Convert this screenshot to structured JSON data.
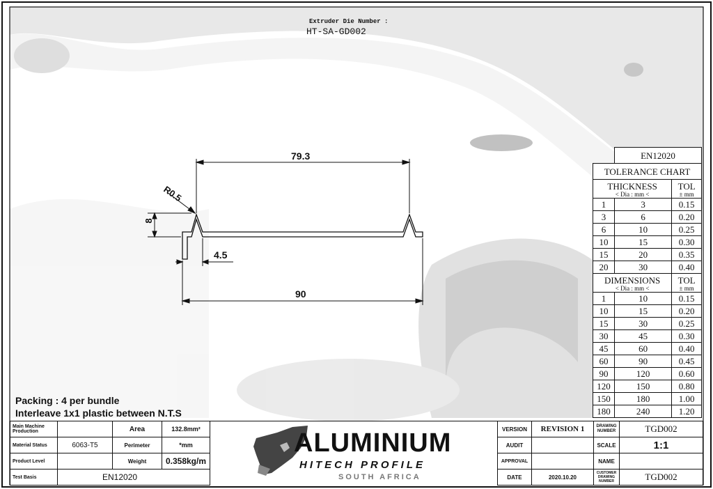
{
  "header": {
    "die_label": "Extruder Die Number :",
    "die_number": "HT-SA-GD002"
  },
  "drawing": {
    "dim_top": "79.3",
    "dim_radius": "R0.5",
    "dim_height": "8",
    "dim_small": "4.5",
    "dim_total": "90"
  },
  "packing": {
    "line1": "Packing : 4 per bundle",
    "line2": "Interleave 1x1 plastic between N.T.S"
  },
  "tolerance": {
    "standard": "EN12020",
    "title": "TOLERANCE CHART",
    "thickness_label": "THICKNESS",
    "thickness_unit": "< Dia : mm <",
    "tol_label": "TOL",
    "tol_unit": "± mm",
    "thickness_rows": [
      [
        "1",
        "3",
        "0.15"
      ],
      [
        "3",
        "6",
        "0.20"
      ],
      [
        "6",
        "10",
        "0.25"
      ],
      [
        "10",
        "15",
        "0.30"
      ],
      [
        "15",
        "20",
        "0.35"
      ],
      [
        "20",
        "30",
        "0.40"
      ]
    ],
    "dimensions_label": "DIMENSIONS",
    "dimensions_unit": "< Dia : mm <",
    "dimensions_rows": [
      [
        "1",
        "10",
        "0.15"
      ],
      [
        "10",
        "15",
        "0.20"
      ],
      [
        "15",
        "30",
        "0.25"
      ],
      [
        "30",
        "45",
        "0.30"
      ],
      [
        "45",
        "60",
        "0.40"
      ],
      [
        "60",
        "90",
        "0.45"
      ],
      [
        "90",
        "120",
        "0.60"
      ],
      [
        "120",
        "150",
        "0.80"
      ],
      [
        "150",
        "180",
        "1.00"
      ],
      [
        "180",
        "240",
        "1.20"
      ]
    ]
  },
  "left_block": {
    "main_machine_label": "Main Machine Production",
    "material_status_label": "Material Status",
    "material_value": "6063-T5",
    "product_level_label": "Product Level",
    "test_basis_label": "Test Basis",
    "test_basis_value": "EN12020",
    "area_label": "Area",
    "area_value": "132.8mm²",
    "perimeter_label": "Perimeter",
    "perimeter_value": "*mm",
    "weight_label": "Weight",
    "weight_value": "0.358kg/m"
  },
  "logo": {
    "main": "ALUMINIUM",
    "sub": "HITECH PROFILE",
    "region": "SOUTH AFRICA"
  },
  "right_block": {
    "version_label": "VERSION",
    "version_value": "REVISION 1",
    "drawing_number_label": "DRAWING NUMBER",
    "drawing_number_value": "TGD002",
    "audit_label": "AUDIT",
    "scale_label": "SCALE",
    "scale_value": "1:1",
    "approval_label": "APPROVAL",
    "name_label": "NAME",
    "date_label": "DATE",
    "date_value": "2020.10.20",
    "customer_number_label": "CUSTOMER DRAWING NUMBER",
    "customer_number_value": "TGD002"
  }
}
